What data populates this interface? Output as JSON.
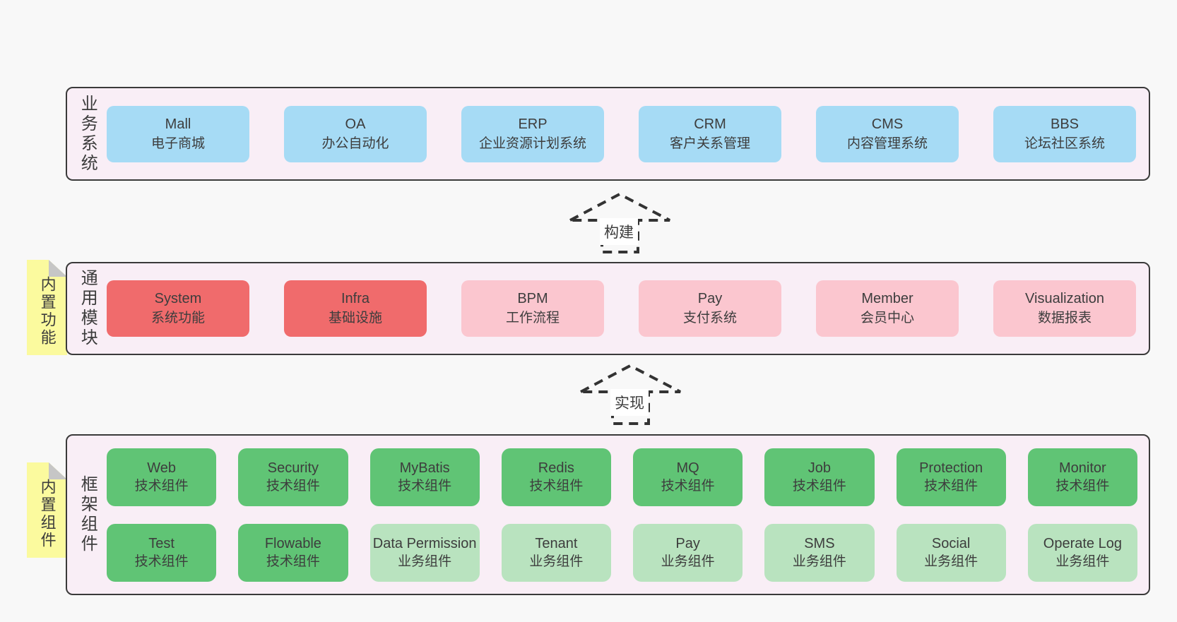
{
  "palette": {
    "page_bg": "#f8f8f8",
    "panel_bg": "#f9eef6",
    "panel_border": "#3a3a3a",
    "blue_box": "#a6dbf5",
    "red_box": "#f06b6c",
    "pink_box": "#fbc6cf",
    "green_box": "#60c475",
    "light_green_box": "#b9e3bf",
    "sticky_bg": "#fbfa9e",
    "sticky_fold": "#c6c6c6",
    "text": "#3d3d3d"
  },
  "arrows": {
    "build": "构建",
    "implement": "实现"
  },
  "sections": {
    "business": {
      "label": "业务系统",
      "boxes": [
        {
          "name": "Mall",
          "desc": "电子商城"
        },
        {
          "name": "OA",
          "desc": "办公自动化"
        },
        {
          "name": "ERP",
          "desc": "企业资源计划系统"
        },
        {
          "name": "CRM",
          "desc": "客户关系管理"
        },
        {
          "name": "CMS",
          "desc": "内容管理系统"
        },
        {
          "name": "BBS",
          "desc": "论坛社区系统"
        }
      ]
    },
    "modules": {
      "sticky": "内置功能",
      "label": "通用模块",
      "boxes": [
        {
          "name": "System",
          "desc": "系统功能"
        },
        {
          "name": "Infra",
          "desc": "基础设施"
        },
        {
          "name": "BPM",
          "desc": "工作流程"
        },
        {
          "name": "Pay",
          "desc": "支付系统"
        },
        {
          "name": "Member",
          "desc": "会员中心"
        },
        {
          "name": "Visualization",
          "desc": "数据报表"
        }
      ]
    },
    "framework": {
      "sticky": "内置组件",
      "label": "框架组件",
      "row1": [
        {
          "name": "Web",
          "desc": "技术组件"
        },
        {
          "name": "Security",
          "desc": "技术组件"
        },
        {
          "name": "MyBatis",
          "desc": "技术组件"
        },
        {
          "name": "Redis",
          "desc": "技术组件"
        },
        {
          "name": "MQ",
          "desc": "技术组件"
        },
        {
          "name": "Job",
          "desc": "技术组件"
        },
        {
          "name": "Protection",
          "desc": "技术组件"
        },
        {
          "name": "Monitor",
          "desc": "技术组件"
        }
      ],
      "row2": [
        {
          "name": "Test",
          "desc": "技术组件"
        },
        {
          "name": "Flowable",
          "desc": "技术组件"
        },
        {
          "name": "Data Permission",
          "desc": "业务组件"
        },
        {
          "name": "Tenant",
          "desc": "业务组件"
        },
        {
          "name": "Pay",
          "desc": "业务组件"
        },
        {
          "name": "SMS",
          "desc": "业务组件"
        },
        {
          "name": "Social",
          "desc": "业务组件"
        },
        {
          "name": "Operate Log",
          "desc": "业务组件"
        }
      ]
    }
  }
}
